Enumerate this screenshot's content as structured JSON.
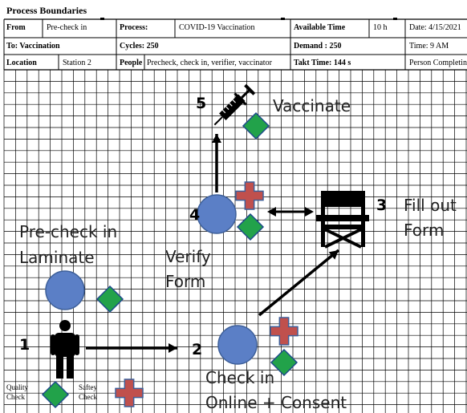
{
  "title": "Process Boundaries",
  "header": {
    "from_label": "From",
    "from_value": "Pre-check in",
    "process_label": "Process:",
    "process_value": "COVID-19  Vaccination",
    "available_label": "Available Time",
    "available_value": "10 h",
    "date": "Date: 4/15/2021",
    "to": "To: Vaccination",
    "cycles": "Cycles: 250",
    "demand": "Demand : 250",
    "time": "Time: 9 AM",
    "location_label": "Location",
    "location_value": "Station 2",
    "people_label": "People",
    "people_value": "Precheck, check in, verifier, vaccinator",
    "takt": "Takt Time: 144 s",
    "person": "Person Completing"
  },
  "steps": {
    "s1": "1",
    "s2": "2",
    "s3": "3",
    "s4": "4",
    "s5": "5"
  },
  "labels": {
    "precheck_line1": "Pre-check in",
    "precheck_line2": "Laminate",
    "verify_line1": "Verify",
    "verify_line2": "Form",
    "vaccinate": "Vaccinate",
    "fillout_line1": "Fill out",
    "fillout_line2": "Form",
    "checkin_line1": "Check in",
    "checkin_line2": "Online + Consent"
  },
  "legend": {
    "quality_line1": "Quality",
    "quality_line2": "Check",
    "safety_line1": "Saftey",
    "safety_line2": "Check"
  },
  "colors": {
    "operator_circle": "#5b7fc6",
    "quality_diamond": "#22a24a",
    "safety_cross": "#c0504d",
    "grid": "#000000"
  },
  "icons": {
    "syringe": "syringe-icon",
    "chair": "directors-chair-icon",
    "person": "person-icon"
  }
}
